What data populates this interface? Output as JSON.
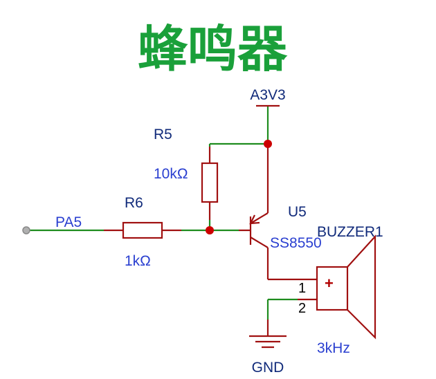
{
  "title": "蜂鸣器",
  "nets": {
    "power": "A3V3",
    "ground": "GND",
    "input": "PA5"
  },
  "components": {
    "r5": {
      "ref": "R5",
      "value": "10kΩ"
    },
    "r6": {
      "ref": "R6",
      "value": "1kΩ"
    },
    "transistor": {
      "ref": "U5",
      "part": "SS8550"
    },
    "buzzer": {
      "ref": "BUZZER1",
      "value": "3kHz",
      "pin1": "1",
      "pin2": "2",
      "polarity": "+"
    }
  },
  "colors": {
    "title": "#1aa03a",
    "wire": "#1e8c1e",
    "component": "#a01010",
    "junction": "#cc0000",
    "designator": "#102a7a",
    "value": "#2a3fd0"
  }
}
